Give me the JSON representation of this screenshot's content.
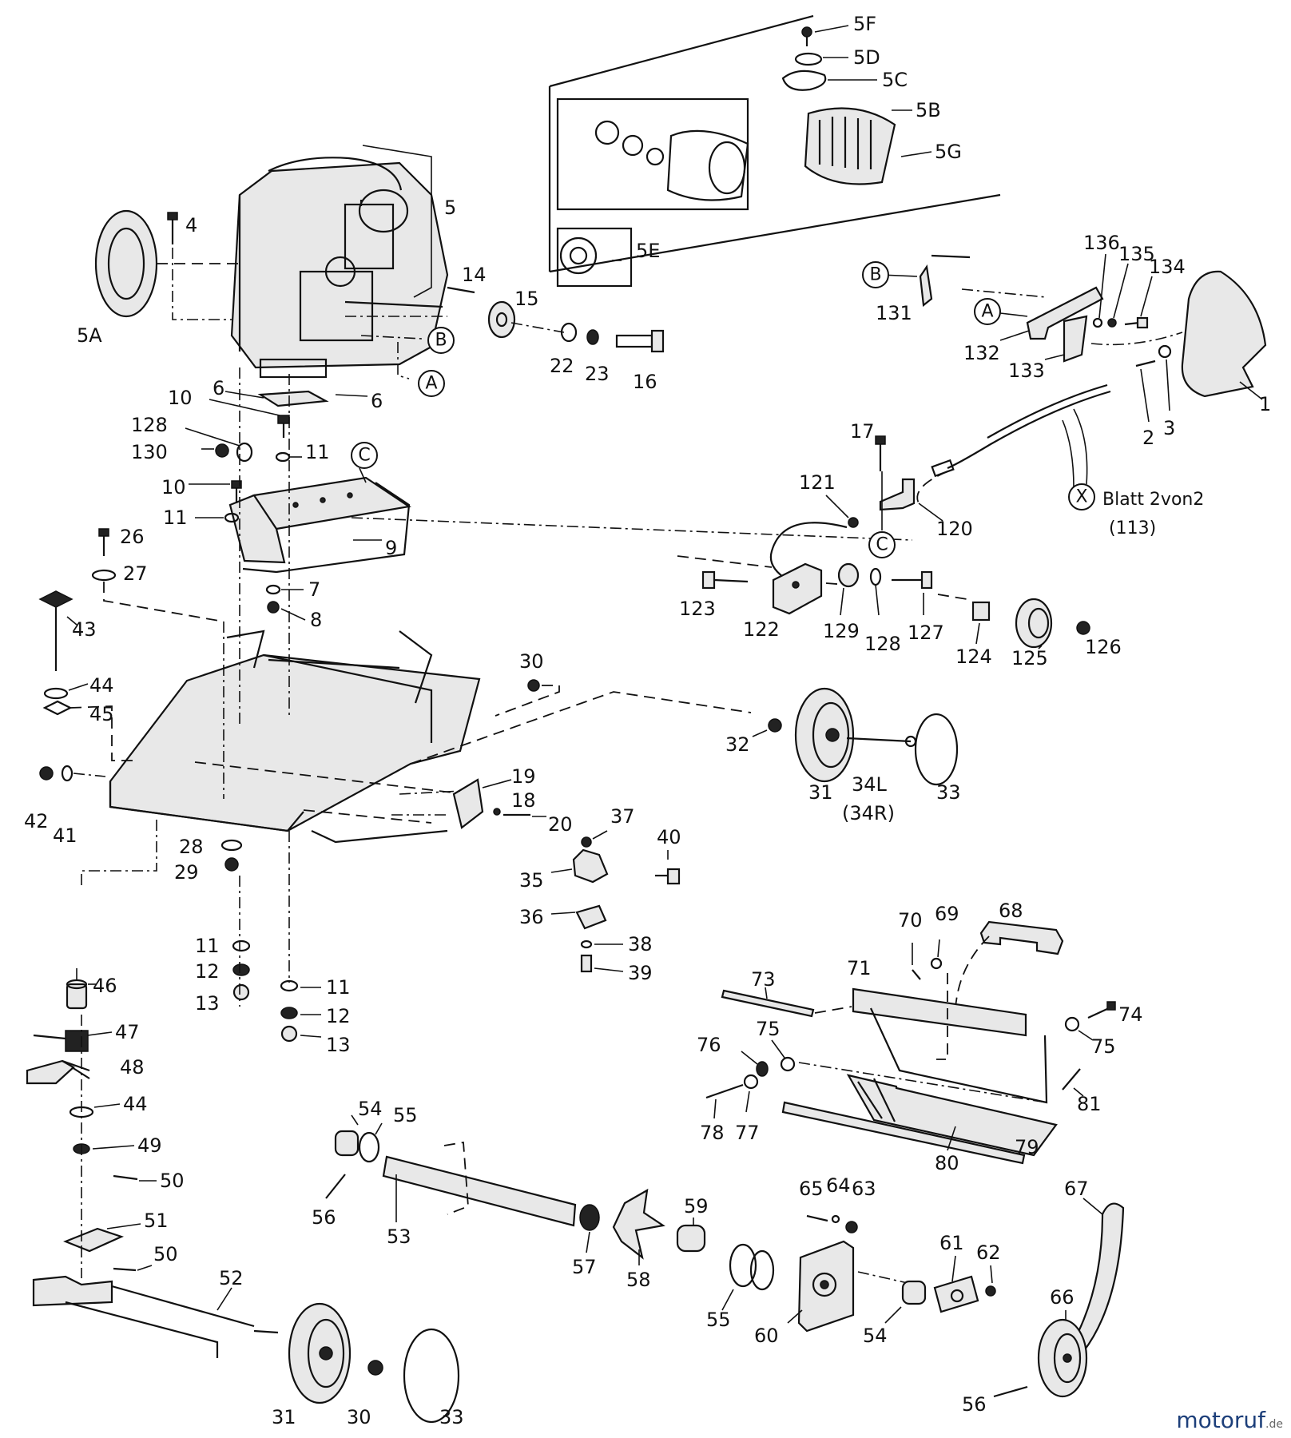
{
  "watermark": {
    "brand": "motoruf",
    "tld": ".de"
  },
  "sheet_ref": {
    "line1": "Blatt 2von2",
    "line2": "(113)"
  },
  "refs": {
    "A": "A",
    "B": "B",
    "C": "C",
    "X": "X"
  },
  "labels": {
    "l5F": "5F",
    "l5D": "5D",
    "l5C": "5C",
    "l5B": "5B",
    "l5G": "5G",
    "l5": "5",
    "l5E": "5E",
    "l5A": "5A",
    "l4": "4",
    "l14": "14",
    "l15": "15",
    "l22": "22",
    "l23": "23",
    "l16": "16",
    "l6a": "6",
    "l6b": "6",
    "l10a": "10",
    "l10b": "10",
    "l128a": "128",
    "l130": "130",
    "l11a": "11",
    "l11b": "11",
    "l11c": "11",
    "l11d": "11",
    "l9": "9",
    "l7": "7",
    "l8": "8",
    "l26": "26",
    "l27": "27",
    "l43": "43",
    "l44a": "44",
    "l45": "45",
    "l42": "42",
    "l41": "41",
    "l28": "28",
    "l29": "29",
    "l12a": "12",
    "l12b": "12",
    "l13a": "13",
    "l13b": "13",
    "l30a": "30",
    "l30b": "30",
    "l19": "19",
    "l18": "18",
    "l20": "20",
    "l37": "37",
    "l40": "40",
    "l35": "35",
    "l36": "36",
    "l38": "38",
    "l39": "39",
    "l32": "32",
    "l31a": "31",
    "l31b": "31",
    "l34L": "34L",
    "l34R": "(34R)",
    "l33a": "33",
    "l33b": "33",
    "l131": "131",
    "l132": "132",
    "l133": "133",
    "l136": "136",
    "l135": "135",
    "l134": "134",
    "l1": "1",
    "l2": "2",
    "l3": "3",
    "l17": "17",
    "l121": "121",
    "l120": "120",
    "l123": "123",
    "l122": "122",
    "l129": "129",
    "l128b": "128",
    "l127": "127",
    "l124": "124",
    "l125": "125",
    "l126": "126",
    "l46": "46",
    "l47": "47",
    "l48": "48",
    "l44b": "44",
    "l49": "49",
    "l50a": "50",
    "l50b": "50",
    "l51": "51",
    "l52": "52",
    "l54a": "54",
    "l54b": "54",
    "l55a": "55",
    "l55b": "55",
    "l56a": "56",
    "l56b": "56",
    "l53": "53",
    "l57": "57",
    "l58": "58",
    "l59": "59",
    "l65": "65",
    "l64": "64",
    "l63": "63",
    "l60": "60",
    "l61": "61",
    "l62": "62",
    "l66": "66",
    "l67": "67",
    "l68": "68",
    "l69": "69",
    "l70": "70",
    "l71": "71",
    "l73": "73",
    "l74": "74",
    "l75a": "75",
    "l75b": "75",
    "l76": "76",
    "l78": "78",
    "l77": "77",
    "l79": "79",
    "l80": "80",
    "l81": "81"
  }
}
